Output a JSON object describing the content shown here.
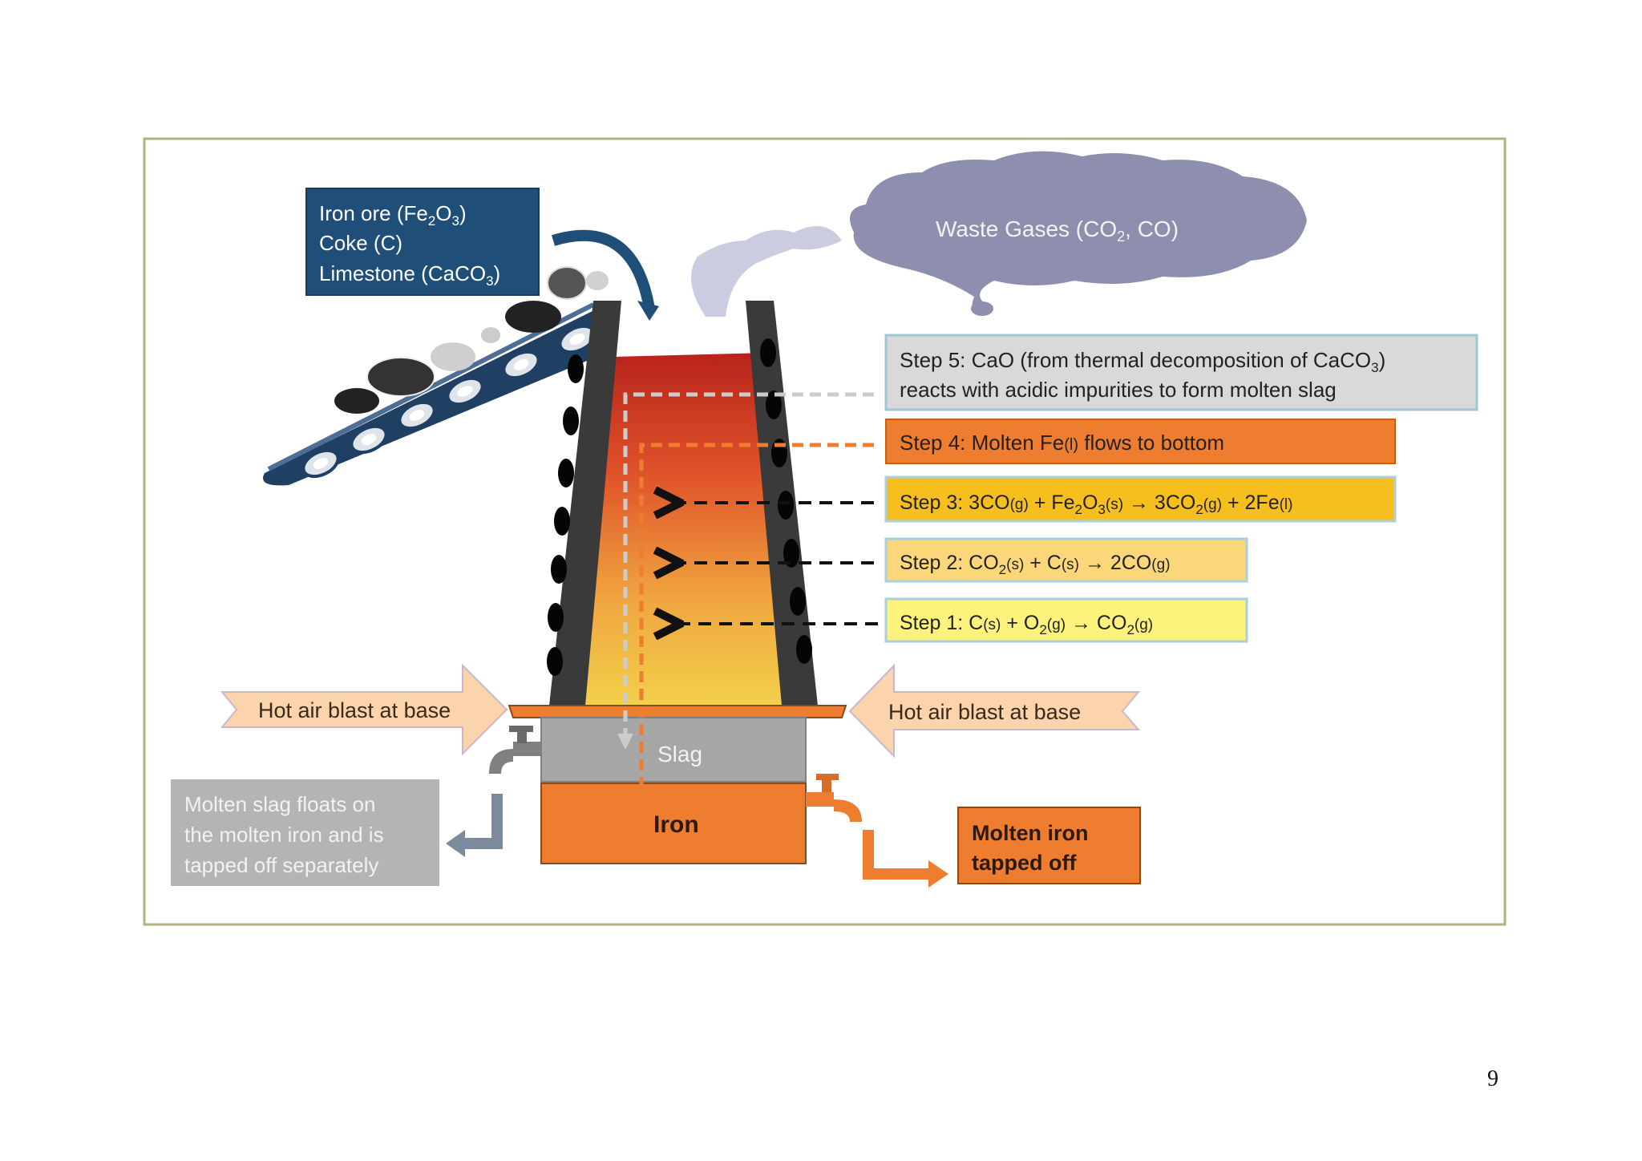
{
  "input_box": {
    "line1": "Iron ore (Fe",
    "line1_sub": "2",
    "line1_mid": "O",
    "line1_sub2": "3",
    "line1_end": ")",
    "line2": "Coke (C)",
    "line3": "Limestone (CaCO",
    "line3_sub": "3",
    "line3_end": ")"
  },
  "waste_gases": {
    "prefix": "Waste Gases (CO",
    "sub": "2",
    "suffix": ", CO)"
  },
  "steps": {
    "step5": {
      "line1a": "Step 5:  CaO (from thermal decomposition of CaCO",
      "line1_sub": "3",
      "line1b": ")",
      "line2": "reacts with acidic impurities to form molten slag"
    },
    "step4": {
      "text": "Step 4:  Molten Fe",
      "state": "(l)",
      "text2": " flows to bottom"
    },
    "step3": {
      "a": "Step 3:  3CO",
      "b": "(g)",
      "c": " + Fe",
      "d": "2",
      "e": "O",
      "f": "3",
      "g": "(s)",
      "h": " → 3CO",
      "i": "2",
      "j": "(g)",
      "k": " + 2Fe",
      "l": "(l)"
    },
    "step2": {
      "a": "Step 2:  CO",
      "b": "2",
      "c": "(s)",
      "d": " + C",
      "e": "(s)",
      "f": " → 2CO",
      "g": "(g)"
    },
    "step1": {
      "a": "Step 1:  C",
      "b": "(s)",
      "c": " + O",
      "d": "2",
      "e": "(g)",
      "f": " → CO",
      "g": "2",
      "h": "(g)"
    }
  },
  "hot_air_left": "Hot air blast at base",
  "hot_air_right": "Hot air blast at base",
  "slag_label": "Slag",
  "iron_label": "Iron",
  "slag_note": {
    "line1": "Molten slag floats on",
    "line2": "the molten iron and is",
    "line3": "tapped off separately"
  },
  "iron_note": {
    "line1": "Molten iron",
    "line2": "tapped off"
  },
  "page_number": "9",
  "colors": {
    "input_box": "#1f4e79",
    "step5": "#d9d9d9",
    "step4": "#ee7d30",
    "step3": "#f6bf1d",
    "step2": "#fcd77a",
    "step1": "#fdf27c",
    "hot_air": "#fbd3ad",
    "iron": "#ee7d30",
    "slag": "#a6a6a6",
    "cloud": "#8e8fae",
    "frame": "#aeae7a"
  }
}
